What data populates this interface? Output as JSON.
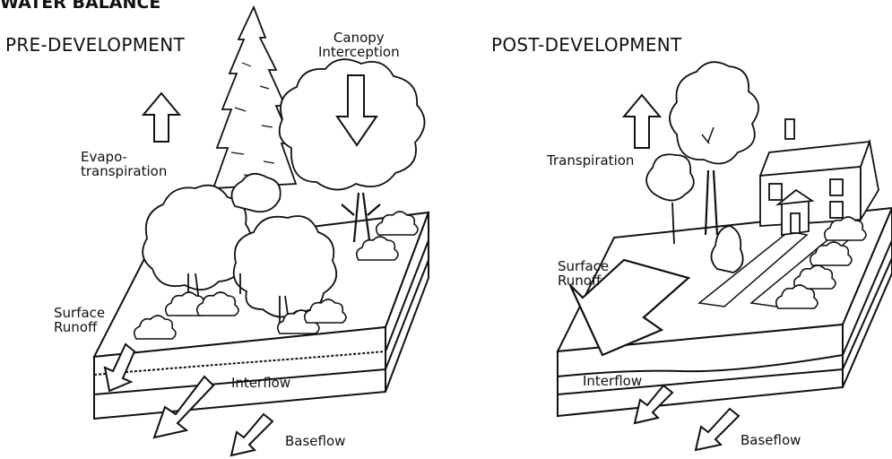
{
  "title": "WATER BALANCE",
  "panels": {
    "pre": {
      "heading": "PRE-DEVELOPMENT",
      "labels": {
        "canopy_1": "Canopy",
        "canopy_2": "Interception",
        "evapo_1": "Evapo-",
        "evapo_2": "transpiration",
        "runoff_1": "Surface",
        "runoff_2": "Runoff",
        "interflow": "Interflow",
        "baseflow": "Baseflow"
      }
    },
    "post": {
      "heading": "POST-DEVELOPMENT",
      "labels": {
        "transpiration": "Transpiration",
        "runoff_1": "Surface",
        "runoff_2": "Runoff",
        "interflow": "Interflow",
        "baseflow": "Baseflow"
      }
    }
  },
  "colors": {
    "ink": "#111111",
    "fill": "#ffffff"
  }
}
